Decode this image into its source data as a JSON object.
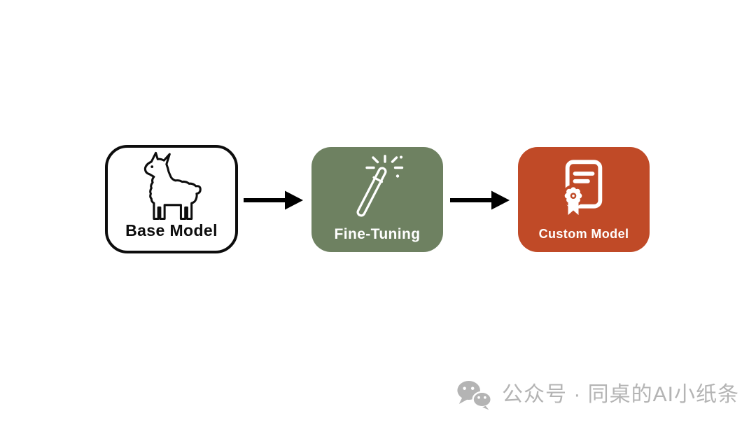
{
  "page": {
    "background_color": "#ffffff",
    "type": "flow-diagram"
  },
  "diagram": {
    "nodes": [
      {
        "id": "base-model",
        "label": "Base Model",
        "icon": "llama-icon",
        "background_color": "#ffffff",
        "border_color": "#0d0d0d",
        "text_color": "#0d0d0d"
      },
      {
        "id": "fine-tuning",
        "label": "Fine-Tuning",
        "icon": "magic-wand-icon",
        "background_color": "#6e8161",
        "text_color": "#ffffff"
      },
      {
        "id": "custom-model",
        "label": "Custom Model",
        "icon": "certificate-icon",
        "background_color": "#c04a27",
        "text_color": "#ffffff"
      }
    ],
    "arrows": [
      {
        "from": "base-model",
        "to": "fine-tuning",
        "color": "#000000"
      },
      {
        "from": "fine-tuning",
        "to": "custom-model",
        "color": "#000000"
      }
    ]
  },
  "watermark": {
    "icon": "wechat-icon",
    "text": "公众号 · 同桌的AI小纸条",
    "color": "#b4b4b4"
  }
}
